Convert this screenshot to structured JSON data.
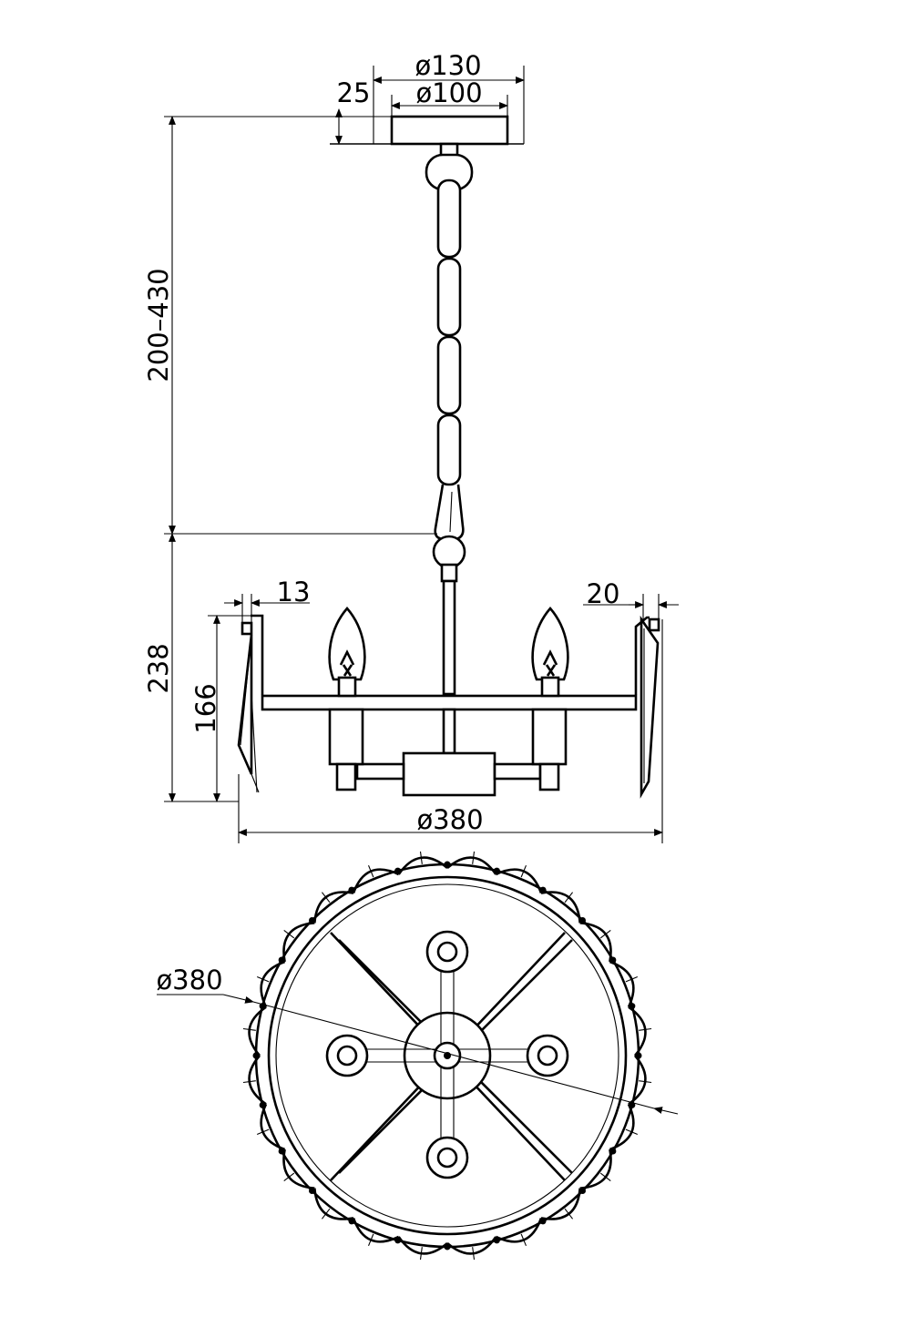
{
  "dimensions": {
    "canopy_outer_diameter": "ø130",
    "canopy_inner_diameter": "ø100",
    "canopy_height": "25",
    "chain_length": "200–430",
    "body_height": "238",
    "crystal_height": "166",
    "left_crystal_offset": "13",
    "right_crystal_offset": "20",
    "side_diameter": "ø380",
    "top_view_diameter": "ø380"
  },
  "colors": {
    "line": "#000000",
    "background": "#ffffff"
  }
}
